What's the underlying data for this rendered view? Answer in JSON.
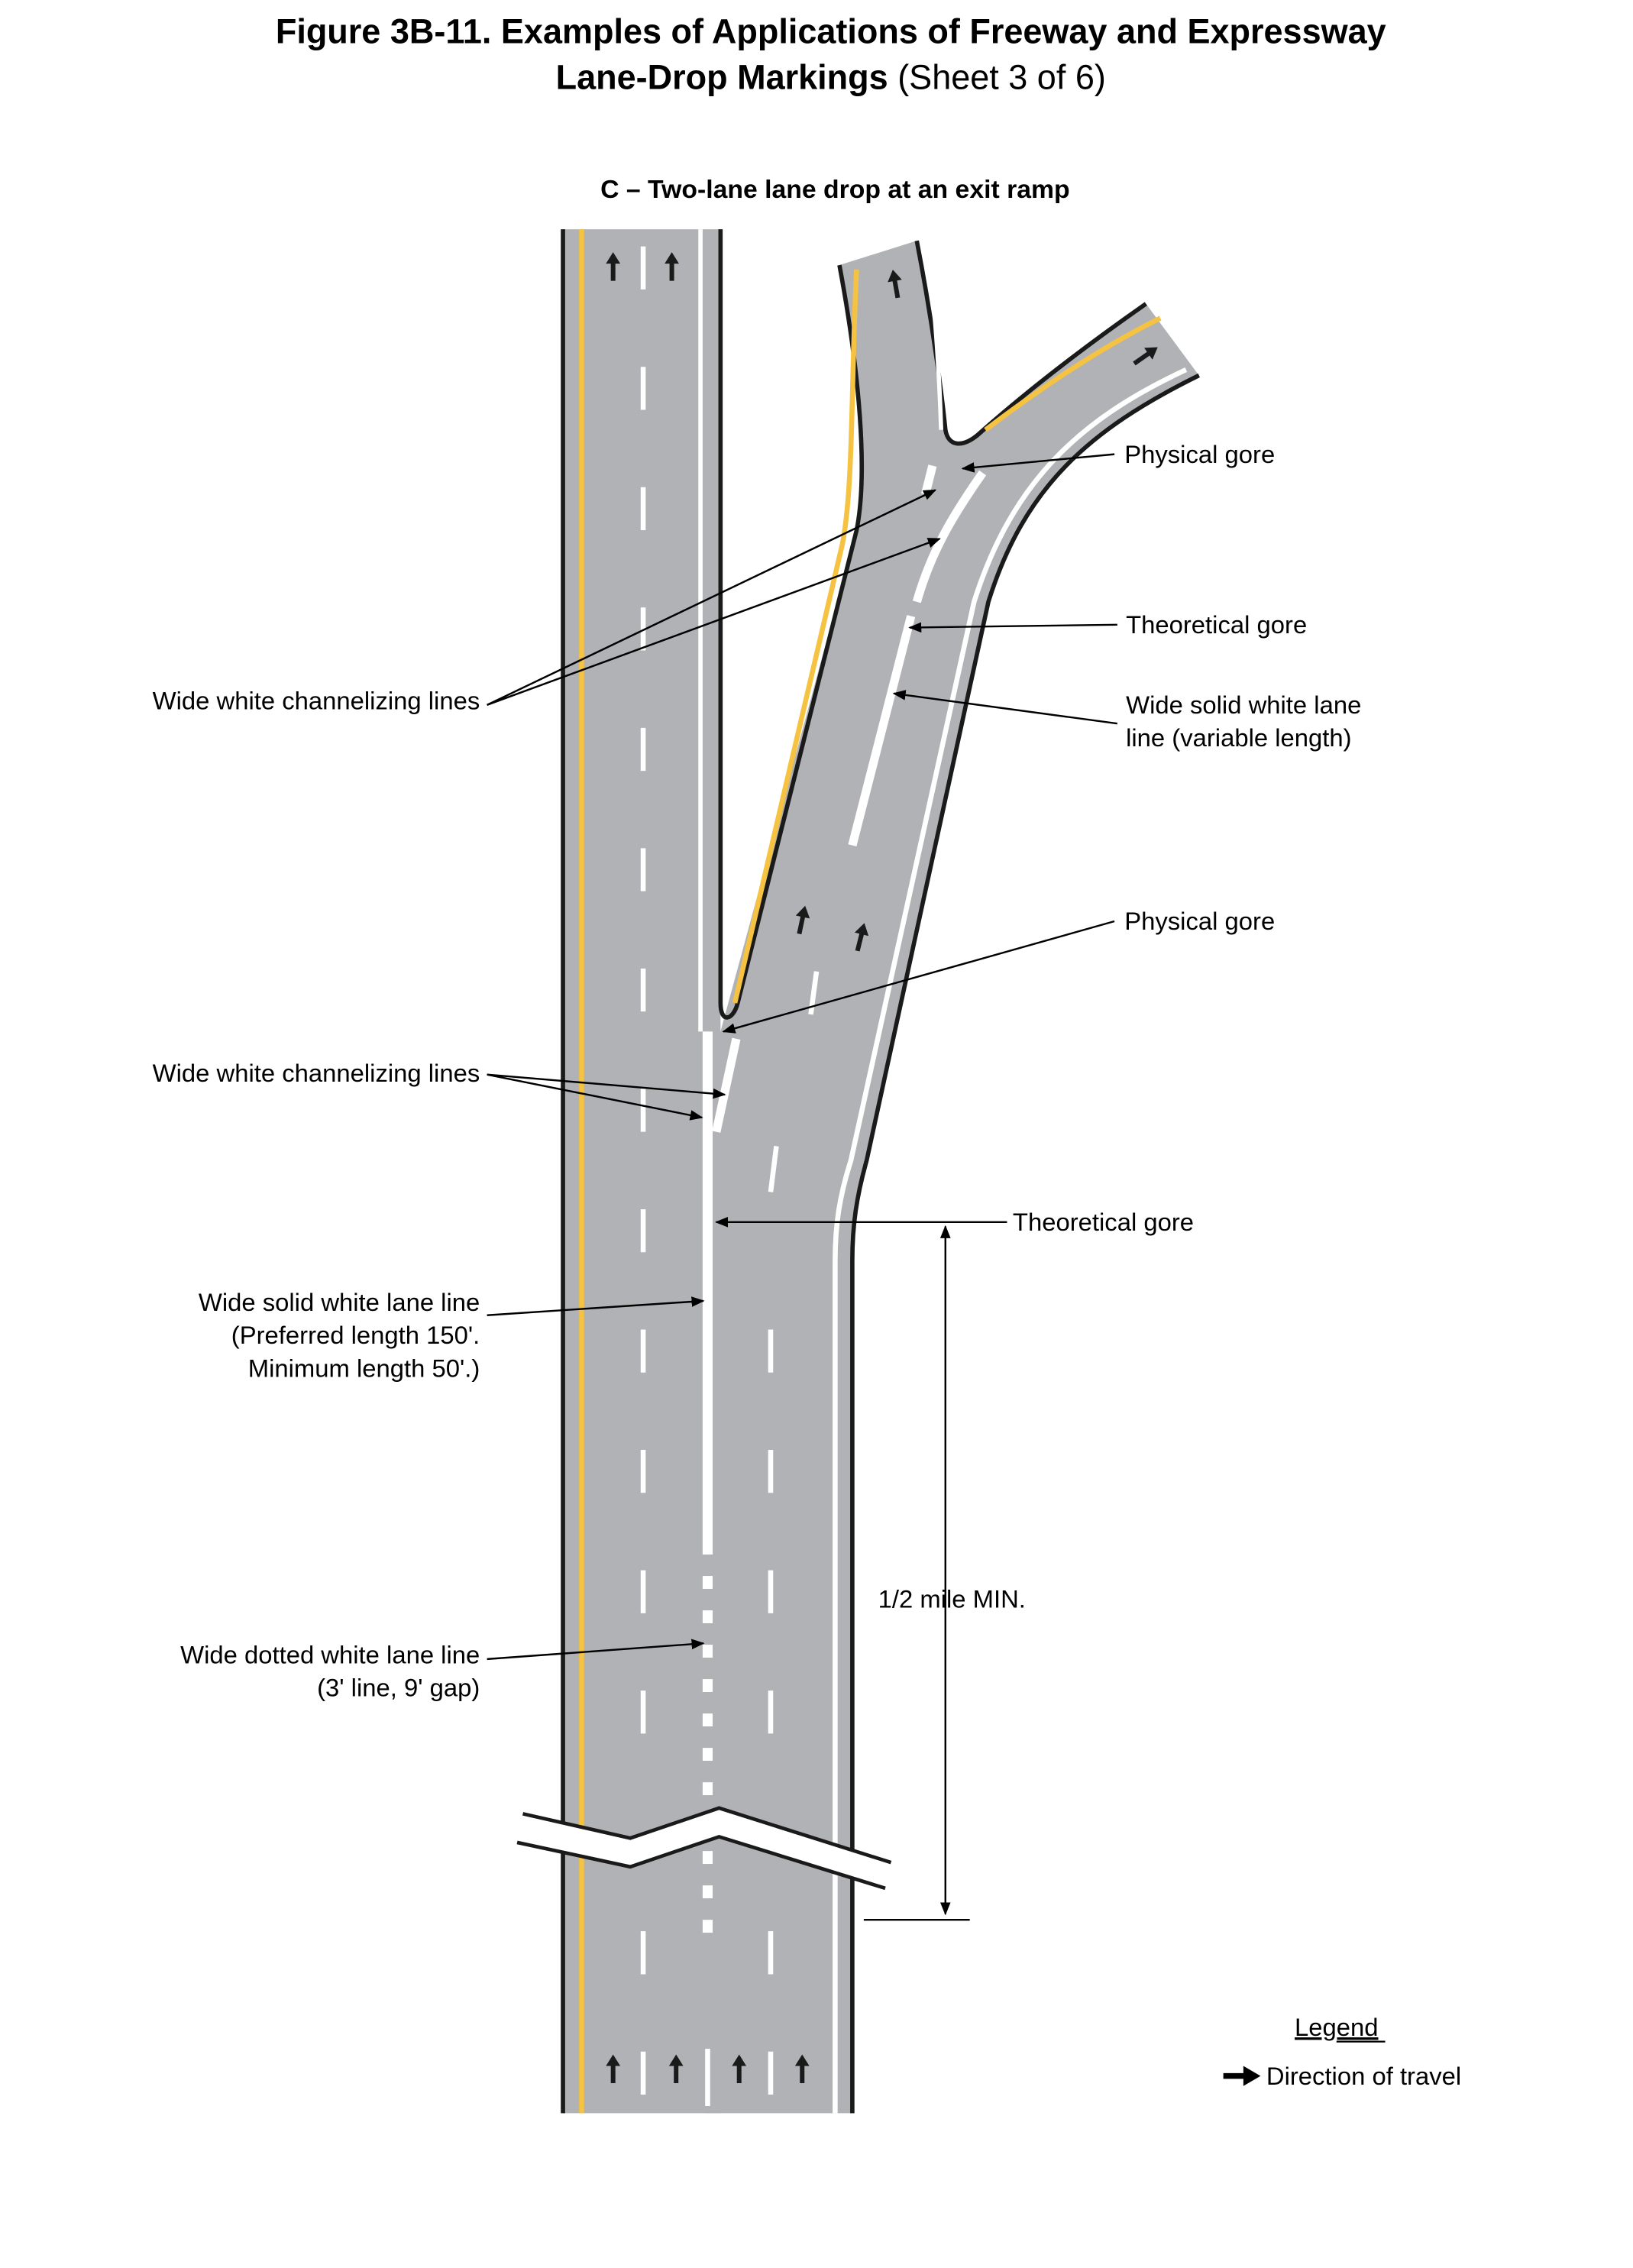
{
  "title": {
    "line1": "Figure 3B-11.  Examples of Applications of Freeway and Expressway",
    "line2_bold": "Lane-Drop Markings",
    "line2_regular": " (Sheet 3 of 6)"
  },
  "subtitle": "C – Two-lane lane drop at an exit ramp",
  "labels": {
    "physical_gore_top": "Physical gore",
    "channelizing_top": "Wide white channelizing lines",
    "theoretical_gore_top": "Theoretical gore",
    "solid_variable_1": "Wide solid white lane",
    "solid_variable_2": "line (variable length)",
    "physical_gore_bottom": "Physical gore",
    "channelizing_bottom": "Wide white channelizing lines",
    "theoretical_gore_bottom": "Theoretical gore",
    "solid_pref_1": "Wide solid white lane line",
    "solid_pref_2": "(Preferred length 150'.",
    "solid_pref_3": "Minimum length 50'.)",
    "dotted_1": "Wide dotted white lane line",
    "dotted_2": "(3' line, 9' gap)",
    "dimension": "1/2 mile MIN."
  },
  "legend": {
    "title": "Legend",
    "direction": "Direction of travel",
    "direction_icon": "arrow-right-icon"
  },
  "colors": {
    "pavement": "#b1b2b5",
    "yellow": "#f5c242",
    "white": "#ffffff",
    "edge": "#1a1a1a"
  }
}
